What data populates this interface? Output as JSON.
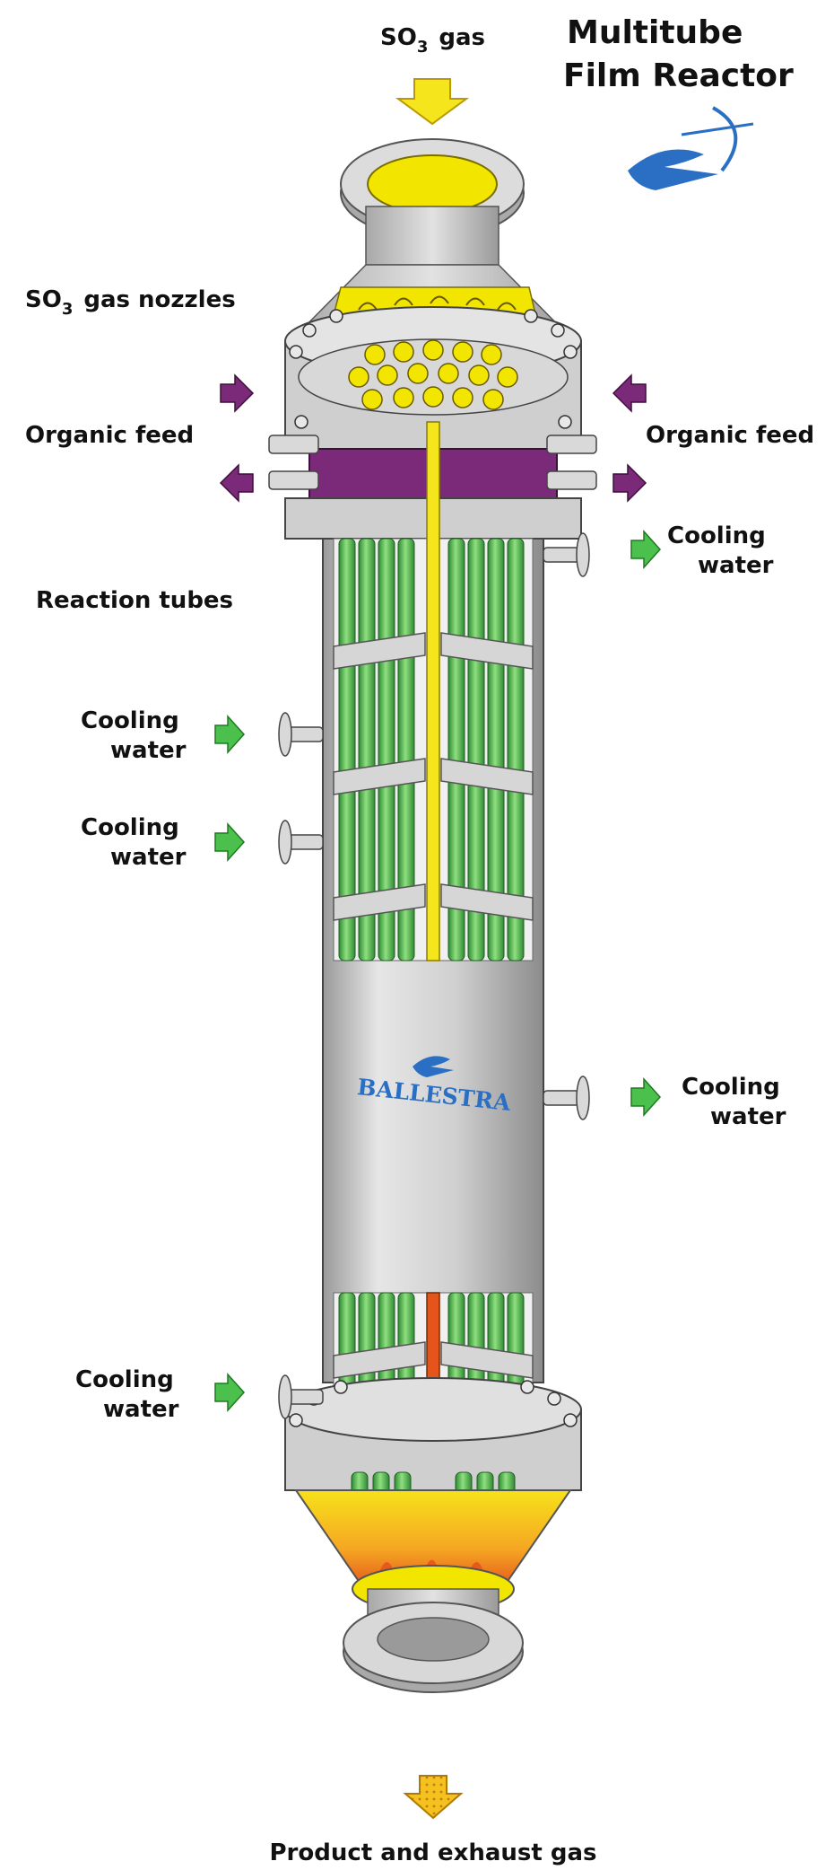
{
  "title": {
    "line1": "Multitube",
    "line2": "Film Reactor"
  },
  "labels": {
    "so3_gas": "SO",
    "so3_gas_sub": "3",
    "so3_gas_rest": "gas",
    "so3_nozzles": "SO",
    "so3_nozzles_sub": "3",
    "so3_nozzles_rest": "gas nozzles",
    "organic_feed_left": "Organic feed",
    "organic_feed_right": "Organic feed",
    "cooling_water_line1": "Cooling",
    "cooling_water_line2": "water",
    "reaction_tubes": "Reaction tubes",
    "product_exhaust": "Product and exhaust gas"
  },
  "brand": {
    "name": "BALLESTRA"
  },
  "colors": {
    "tube_green": "#5fc456",
    "tube_dark": "#2f8a33",
    "shell_grey": "#c9c9c9",
    "gas_yellow": "#f5e51c",
    "feed_purple": "#7a2a78",
    "water_arrow": "#4cc04c",
    "logo_blue": "#2a6fc4",
    "flame_orange": "#f08a1c"
  },
  "icons": [
    "archer-logo-icon",
    "inlet-arrow-icon",
    "feed-arrow-icon",
    "water-arrow-icon",
    "outlet-arrow-icon"
  ]
}
